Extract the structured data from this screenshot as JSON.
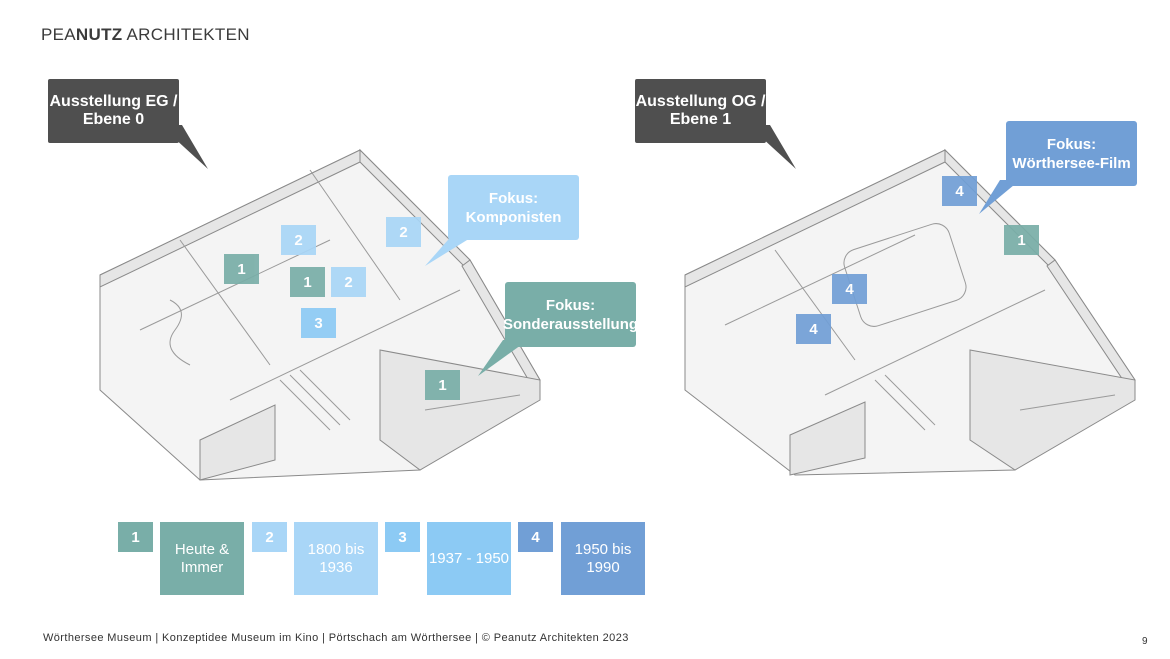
{
  "logo": {
    "part1": "PEA",
    "part2": "NUTZ",
    "part3": " ARCHITEKTEN"
  },
  "colors": {
    "c1": "#79aea8",
    "c2": "#a9d6f7",
    "c3": "#8ccaf4",
    "c4": "#719fd6",
    "dark": "#4f4f4f"
  },
  "labels": {
    "eg": "Ausstellung EG / Ebene 0",
    "og": "Ausstellung OG / Ebene 1"
  },
  "focus": {
    "komponisten": "Fokus: Komponisten",
    "sonder": "Fokus: Sonderausstellung",
    "film": "Fokus: Wörthersee-Film"
  },
  "tags": {
    "t1": "1",
    "t2": "2",
    "t3": "3",
    "t4": "4"
  },
  "legend": {
    "items": [
      {
        "num": "1",
        "label": "Heute & Immer"
      },
      {
        "num": "2",
        "label": "1800 bis 1936"
      },
      {
        "num": "3",
        "label": "1937 - 1950"
      },
      {
        "num": "4",
        "label": "1950 bis 1990"
      }
    ]
  },
  "footer": "Wörthersee Museum | Konzeptidee Museum im Kino | Pörtschach am Wörthersee | © Peanutz Architekten 2023",
  "page_number": "9"
}
